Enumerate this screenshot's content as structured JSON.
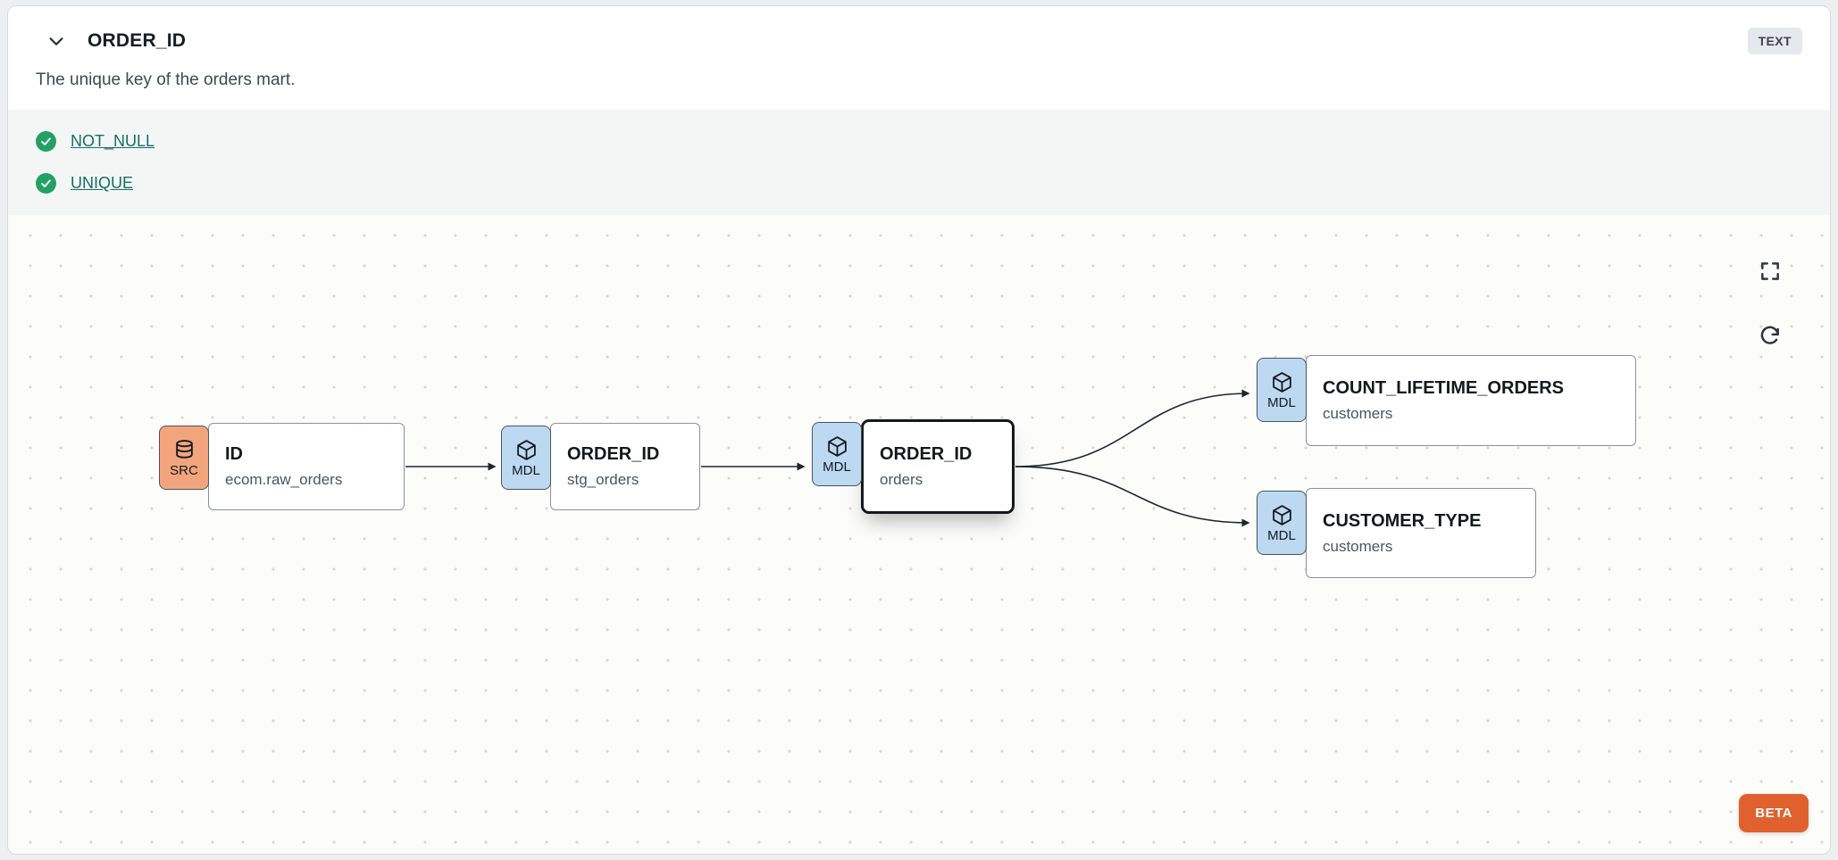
{
  "header": {
    "title": "ORDER_ID",
    "type_badge": "TEXT",
    "description": "The unique key of the orders mart."
  },
  "tests": [
    {
      "name": "NOT_NULL",
      "status": "pass"
    },
    {
      "name": "UNIQUE",
      "status": "pass"
    }
  ],
  "lineage": {
    "nodes": [
      {
        "kind": "SRC",
        "title": "ID",
        "subtitle": "ecom.raw_orders",
        "selected": false
      },
      {
        "kind": "MDL",
        "title": "ORDER_ID",
        "subtitle": "stg_orders",
        "selected": false
      },
      {
        "kind": "MDL",
        "title": "ORDER_ID",
        "subtitle": "orders",
        "selected": true
      },
      {
        "kind": "MDL",
        "title": "COUNT_LIFETIME_ORDERS",
        "subtitle": "customers",
        "selected": false
      },
      {
        "kind": "MDL",
        "title": "CUSTOMER_TYPE",
        "subtitle": "customers",
        "selected": false
      }
    ],
    "beta_label": "BETA"
  },
  "colors": {
    "source_node": "#f2a57d",
    "model_node": "#bcd9f1",
    "test_pass_green": "#23a164",
    "test_link_teal": "#136f63",
    "beta_orange": "#e0612d"
  },
  "icons": {
    "chevron_down": "v-chevron",
    "check": "checkmark",
    "database": "cylinder-stack",
    "cube": "package-cube",
    "fullscreen": "expand-corners",
    "refresh": "circular-arrow"
  }
}
